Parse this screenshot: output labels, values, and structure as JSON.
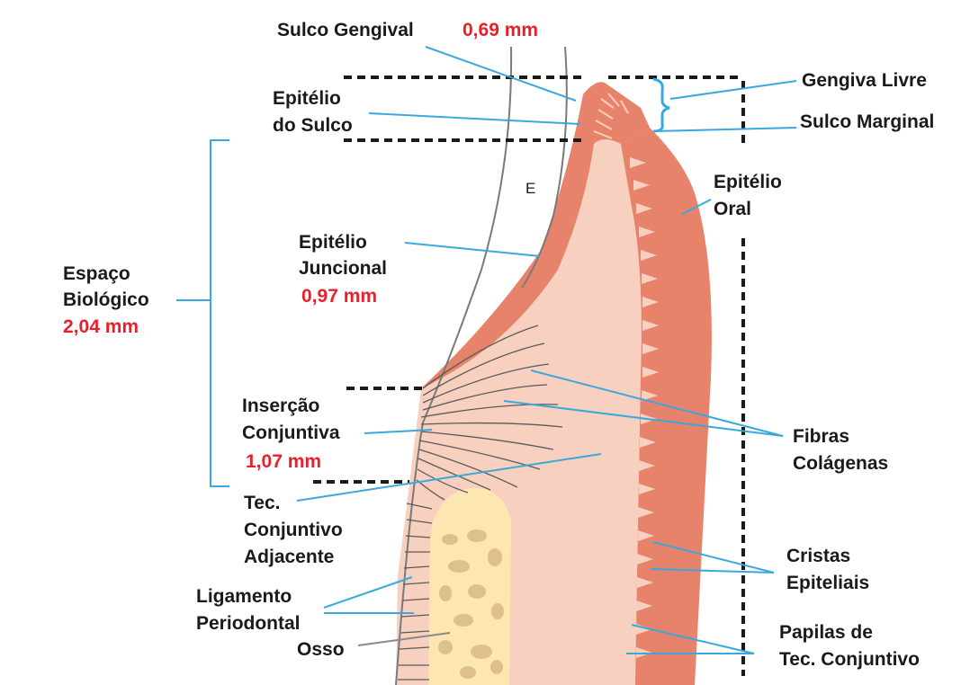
{
  "labels": {
    "sulco_gengival": "Sulco Gengival",
    "sulco_gengival_mm": "0,69 mm",
    "gengiva_livre": "Gengiva Livre",
    "sulco_marginal": "Sulco Marginal",
    "epitelio_sulco_1": "Epitélio",
    "epitelio_sulco_2": "do Sulco",
    "epitelio_oral_1": "Epitélio",
    "epitelio_oral_2": "Oral",
    "esmalte": "E",
    "epitelio_juncional_1": "Epitélio",
    "epitelio_juncional_2": "Juncional",
    "epitelio_juncional_mm": "0,97 mm",
    "espaco_biologico_1": "Espaço",
    "espaco_biologico_2": "Biológico",
    "espaco_biologico_mm": "2,04 mm",
    "insercao_1": "Inserção",
    "insercao_2": "Conjuntiva",
    "insercao_mm": "1,07 mm",
    "fibras_1": "Fibras",
    "fibras_2": "Colágenas",
    "tec_adj_1": "Tec.",
    "tec_adj_2": "Conjuntivo",
    "tec_adj_3": "Adjacente",
    "cristas_1": "Cristas",
    "cristas_2": "Epiteliais",
    "ligamento_1": "Ligamento",
    "ligamento_2": "Periodontal",
    "osso": "Osso",
    "papilas_1": "Papilas de",
    "papilas_2": "Tec. Conjuntivo"
  },
  "colors": {
    "epithelium": "#e8836b",
    "connective": "#f8d0bf",
    "bone": "#fde6b0",
    "trabeculae": "#ddc08a",
    "leader": "#39a9dd",
    "measure": "#e8202b",
    "text": "#1a1a1a"
  }
}
